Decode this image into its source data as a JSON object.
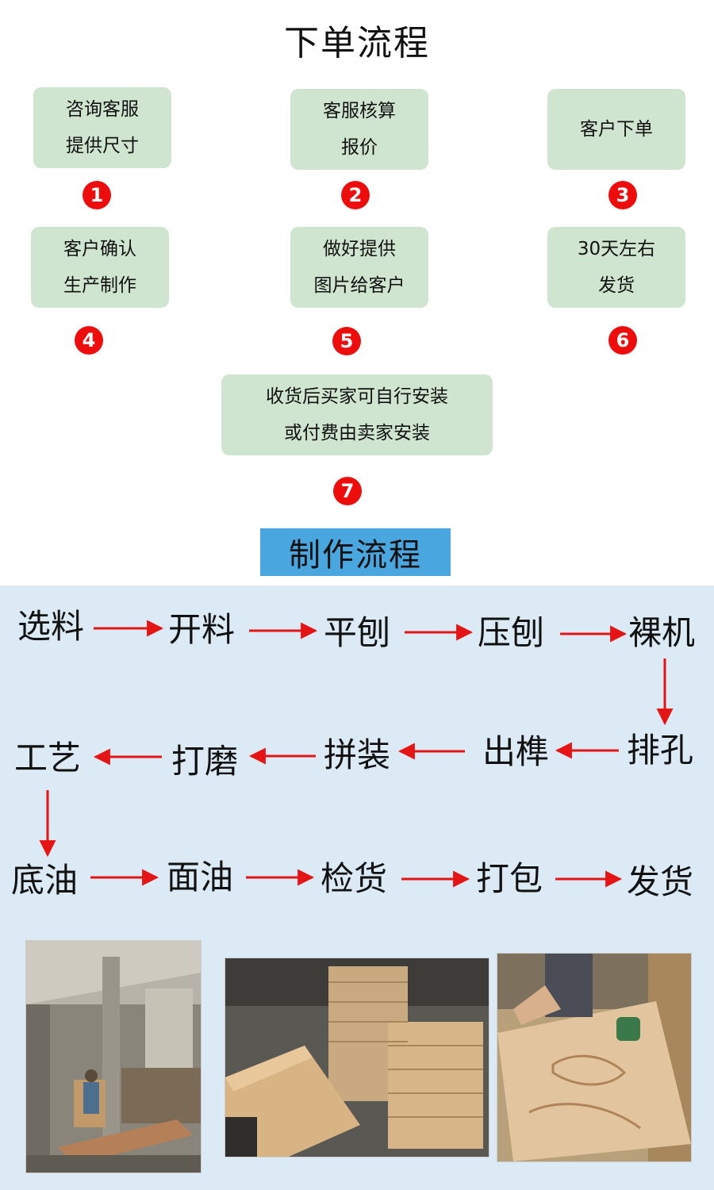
{
  "order_flow": {
    "title": "下单流程",
    "steps": [
      {
        "num": "1",
        "line1": "咨询客服",
        "line2": "提供尺寸"
      },
      {
        "num": "2",
        "line1": "客服核算",
        "line2": "报价"
      },
      {
        "num": "3",
        "line1": "客户下单",
        "line2": ""
      },
      {
        "num": "4",
        "line1": "客户确认",
        "line2": "生产制作"
      },
      {
        "num": "5",
        "line1": "做好提供",
        "line2": "图片给客户"
      },
      {
        "num": "6",
        "line1": "30天左右",
        "line2": "发货"
      },
      {
        "num": "7",
        "line1": "收货后买家可自行安装",
        "line2": "或付费由卖家安装"
      }
    ]
  },
  "production_flow": {
    "title": "制作流程",
    "row1": [
      "选料",
      "开料",
      "平刨",
      "压刨",
      "裸机"
    ],
    "row2": [
      "排孔",
      "出榫",
      "拼装",
      "打磨",
      "工艺"
    ],
    "row3": [
      "底油",
      "面油",
      "检货",
      "打包",
      "发货"
    ]
  },
  "colors": {
    "box_bg": "#cfe5cf",
    "badge_red": "#ee0d0d",
    "panel_bg": "#dbeaf4",
    "title_bg": "#4aa6df",
    "arrow_red": "#e51515"
  }
}
